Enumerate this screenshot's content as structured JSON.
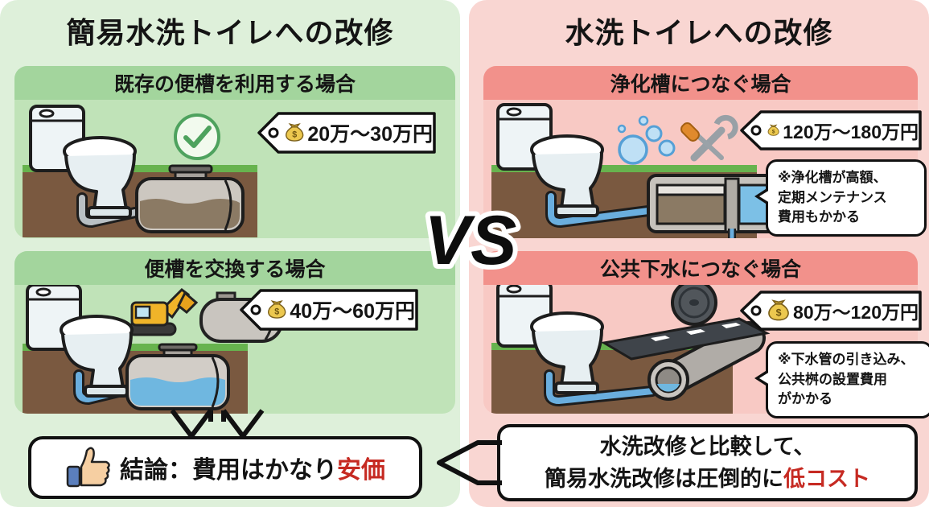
{
  "left": {
    "title": "簡易水洗トイレへの改修",
    "panels": [
      {
        "header": "既存の便槽を利用する場合",
        "price": "20万〜30万円"
      },
      {
        "header": "便槽を交換する場合",
        "price": "40万〜60万円"
      }
    ],
    "conclusion": {
      "prefix": "結論：費用はかなり",
      "highlight": "安価"
    }
  },
  "right": {
    "title": "水洗トイレへの改修",
    "panels": [
      {
        "header": "浄化槽につなぐ場合",
        "price": "120万〜180万円",
        "note": "※浄化槽が高額、\n定期メンテナンス\n費用もかかる"
      },
      {
        "header": "公共下水につなぐ場合",
        "price": "80万〜120万円",
        "note": "※下水管の引き込み、\n公共桝の設置費用\nがかかる"
      }
    ],
    "conclusion": {
      "line1": "水洗改修と比較して、",
      "line2_prefix": "簡易水洗改修は圧倒的に",
      "line2_highlight": "低コスト"
    }
  },
  "versus": "VS",
  "icons": {
    "money_bag": "money-bag-icon",
    "check": "check-circle-icon",
    "bubbles": "bubbles-icon",
    "tools": "wrench-screwdriver-icon",
    "excavator": "excavator-icon",
    "storage_tank": "tank-icon",
    "manhole": "manhole-icon",
    "road": "road-icon",
    "sewer_pipe": "sewer-pipe-icon",
    "thumbs_up": "thumbs-up-icon",
    "toilet": "toilet-icon"
  },
  "colors": {
    "green_bg": "#def0da",
    "green_panel": "#c0e3b8",
    "green_header": "#a3d59d",
    "pink_bg": "#f9d6d2",
    "pink_panel": "#f8c9c4",
    "pink_header": "#f2918b",
    "highlight_red": "#c62a22",
    "soil_brown": "#7a5940",
    "grass_green": "#67b34e",
    "water_blue": "#6fb7e0",
    "sludge_brown": "#8b7a64"
  }
}
